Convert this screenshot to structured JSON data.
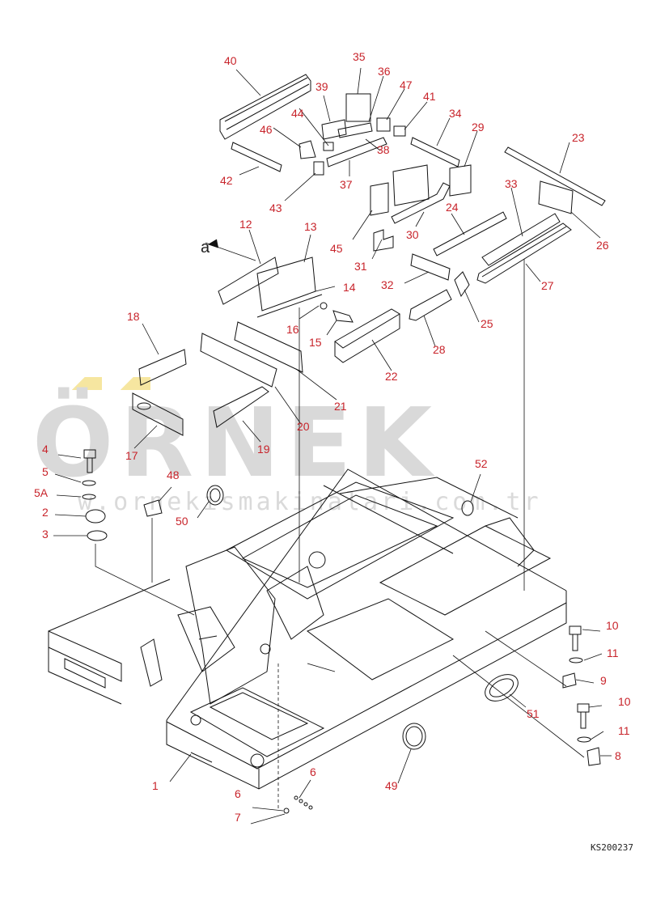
{
  "watermark": {
    "brand": "ÖRNEK",
    "url": "w.ornekismakinalari.com.tr"
  },
  "drawing_code": "KS200237",
  "view_marker": "a",
  "callouts": [
    {
      "id": "c40",
      "text": "40"
    },
    {
      "id": "c35",
      "text": "35"
    },
    {
      "id": "c39",
      "text": "39"
    },
    {
      "id": "c36",
      "text": "36"
    },
    {
      "id": "c47",
      "text": "47"
    },
    {
      "id": "c41",
      "text": "41"
    },
    {
      "id": "c44",
      "text": "44"
    },
    {
      "id": "c34",
      "text": "34"
    },
    {
      "id": "c46",
      "text": "46"
    },
    {
      "id": "c29",
      "text": "29"
    },
    {
      "id": "c38",
      "text": "38"
    },
    {
      "id": "c23",
      "text": "23"
    },
    {
      "id": "c42",
      "text": "42"
    },
    {
      "id": "c37",
      "text": "37"
    },
    {
      "id": "c43",
      "text": "43"
    },
    {
      "id": "c33",
      "text": "33"
    },
    {
      "id": "c24",
      "text": "24"
    },
    {
      "id": "c30",
      "text": "30"
    },
    {
      "id": "c26",
      "text": "26"
    },
    {
      "id": "c45",
      "text": "45"
    },
    {
      "id": "c12",
      "text": "12"
    },
    {
      "id": "c13",
      "text": "13"
    },
    {
      "id": "c31",
      "text": "31"
    },
    {
      "id": "c32",
      "text": "32"
    },
    {
      "id": "c27",
      "text": "27"
    },
    {
      "id": "c14",
      "text": "14"
    },
    {
      "id": "c16",
      "text": "16"
    },
    {
      "id": "c15",
      "text": "15"
    },
    {
      "id": "c25",
      "text": "25"
    },
    {
      "id": "c18",
      "text": "18"
    },
    {
      "id": "c28",
      "text": "28"
    },
    {
      "id": "c22",
      "text": "22"
    },
    {
      "id": "c21",
      "text": "21"
    },
    {
      "id": "c20",
      "text": "20"
    },
    {
      "id": "c17",
      "text": "17"
    },
    {
      "id": "c19",
      "text": "19"
    },
    {
      "id": "c4",
      "text": "4"
    },
    {
      "id": "c5",
      "text": "5"
    },
    {
      "id": "c52",
      "text": "52"
    },
    {
      "id": "c48",
      "text": "48"
    },
    {
      "id": "c5A",
      "text": "5A"
    },
    {
      "id": "c2",
      "text": "2"
    },
    {
      "id": "c50",
      "text": "50"
    },
    {
      "id": "c3",
      "text": "3"
    },
    {
      "id": "c10a",
      "text": "10"
    },
    {
      "id": "c11a",
      "text": "11"
    },
    {
      "id": "c9",
      "text": "9"
    },
    {
      "id": "c51",
      "text": "51"
    },
    {
      "id": "c10b",
      "text": "10"
    },
    {
      "id": "c11b",
      "text": "11"
    },
    {
      "id": "c8",
      "text": "8"
    },
    {
      "id": "c6a",
      "text": "6"
    },
    {
      "id": "c1",
      "text": "1"
    },
    {
      "id": "c49",
      "text": "49"
    },
    {
      "id": "c6b",
      "text": "6"
    },
    {
      "id": "c7",
      "text": "7"
    }
  ]
}
